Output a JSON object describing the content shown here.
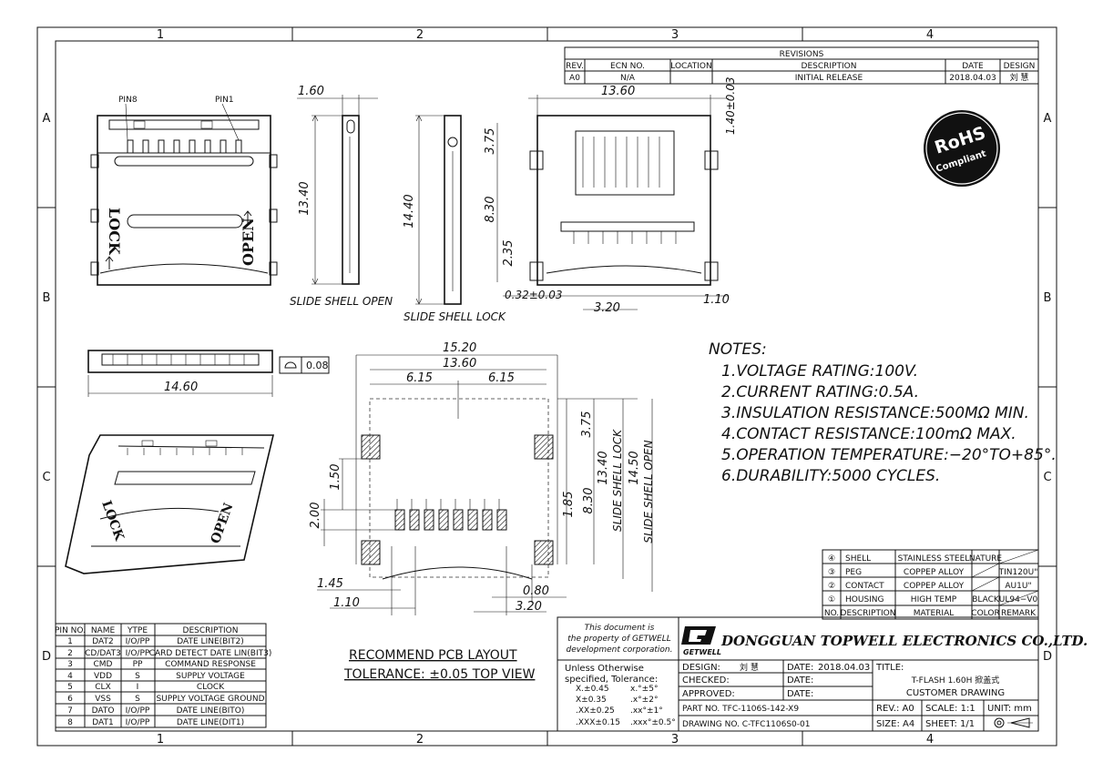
{
  "frame": {
    "columns": [
      "1",
      "2",
      "3",
      "4"
    ],
    "rows": [
      "A",
      "B",
      "C",
      "D"
    ]
  },
  "revisions": {
    "title": "REVISIONS",
    "headers": [
      "REV.",
      "ECN NO.",
      "LOCATION",
      "DESCRIPTION",
      "DATE",
      "DESIGN"
    ],
    "row": [
      "A0",
      "N/A",
      "",
      "INITIAL RELEASE",
      "2018.04.03",
      "刘 慧"
    ]
  },
  "views": {
    "top_labels": {
      "pin8": "PIN8",
      "pin1": "PIN1",
      "lock": "LOCK",
      "open": "OPEN"
    },
    "slide_shell_open": "SLIDE SHELL OPEN",
    "slide_shell_lock": "SLIDE SHELL LOCK",
    "dims": {
      "d160": "1.60",
      "d1340": "13.40",
      "d1440": "14.40",
      "d1360": "13.60",
      "d140": "1.40±0.03",
      "d375": "3.75",
      "d830": "8.30",
      "d235": "2.35",
      "d032": "0.32±0.03",
      "d320": "3.20",
      "d110": "1.10",
      "d1460": "14.60",
      "flat": "0.08"
    },
    "pcb": {
      "d1520": "15.20",
      "d1360": "13.60",
      "d615a": "6.15",
      "d615b": "6.15",
      "d375": "3.75",
      "d1340": "13.40",
      "d1450": "14.50",
      "lock": "SLIDE SHELL LOCK",
      "open": "SLIDE SHELL OPEN",
      "d150": "1.50",
      "d200": "2.00",
      "d185": "1.85",
      "d830": "8.30",
      "d145": "1.45",
      "d110": "1.10",
      "d080": "0.80",
      "d320": "3.20",
      "title": "RECOMMEND PCB LAYOUT",
      "tolerance": "TOLERANCE: ±0.05 TOP VIEW"
    }
  },
  "badge": {
    "line1": "RoHS",
    "line2": "Compliant"
  },
  "notes": {
    "title": "NOTES:",
    "items": [
      "1.VOLTAGE RATING:100V.",
      "2.CURRENT RATING:0.5A.",
      "3.INSULATION RESISTANCE:500MΩ MIN.",
      "4.CONTACT RESISTANCE:100mΩ MAX.",
      "5.OPERATION TEMPERATURE:−20°TO+85°.",
      "6.DURABILITY:5000 CYCLES."
    ]
  },
  "bom": {
    "headers": [
      "NO.",
      "DESCRIPTION",
      "MATERIAL",
      "COLOR",
      "REMARK"
    ],
    "rows": [
      [
        "④",
        "SHELL",
        "STAINLESS STEEL",
        "NATURE",
        ""
      ],
      [
        "③",
        "PEG",
        "COPPEP ALLOY",
        "",
        "TIN120U\""
      ],
      [
        "②",
        "CONTACT",
        "COPPEP ALLOY",
        "",
        "AU1U\""
      ],
      [
        "①",
        "HOUSING",
        "HIGH TEMP",
        "BLACK",
        "UL94−V0"
      ]
    ]
  },
  "pins": {
    "headers": [
      "PIN NO.",
      "NAME",
      "YTPE",
      "DESCRIPTION"
    ],
    "rows": [
      [
        "1",
        "DAT2",
        "I/O/PP",
        "DATE LINE(BIT2)"
      ],
      [
        "2",
        "CD/DAT3",
        "I/O/PP",
        "CARD DETECT DATE LIN(BIT3)"
      ],
      [
        "3",
        "CMD",
        "PP",
        "COMMAND RESPONSE"
      ],
      [
        "4",
        "VDD",
        "S",
        "SUPPLY VOLTAGE"
      ],
      [
        "5",
        "CLX",
        "I",
        "CLOCK"
      ],
      [
        "6",
        "VSS",
        "S",
        "SUPPLY VOLTAGE GROUND"
      ],
      [
        "7",
        "DATO",
        "I/O/PP",
        "DATE LINE(BITO)"
      ],
      [
        "8",
        "DAT1",
        "I/O/PP",
        "DATE LINE(DIT1)"
      ]
    ]
  },
  "title_block": {
    "property": [
      "This document is",
      "the property of GETWELL",
      "development corporation."
    ],
    "company": "DONGGUAN TOPWELL ELECTRONICS CO.,LTD.",
    "logo_text": "GETWELL",
    "tol_title": [
      "Unless Otherwise",
      "specified, Tolerance:"
    ],
    "tols": [
      [
        "X.±0.45",
        "x.°±5°"
      ],
      [
        "X±0.35",
        ".x°±2°"
      ],
      [
        ".XX±0.25",
        ".xx°±1°"
      ],
      [
        ".XXX±0.15",
        ".xxx°±0.5°"
      ]
    ],
    "design_label": "DESIGN:",
    "design_value": "刘 慧",
    "date_label": "DATE:",
    "date_value": "2018.04.03",
    "checked_label": "CHECKED:",
    "approved_label": "APPROVED:",
    "title_label": "TITLE:",
    "title_line1": "T-FLASH 1.60H 掀盖式",
    "title_line2": "CUSTOMER DRAWING",
    "part_no": "PART NO.  TFC-1106S-142-X9",
    "drawing_no": "DRAWING NO. C-TFC1106S0-01",
    "rev": "REV.: A0",
    "scale": "SCALE: 1:1",
    "unit": "UNIT: mm",
    "size": "SIZE: A4",
    "sheet": "SHEET: 1/1"
  }
}
